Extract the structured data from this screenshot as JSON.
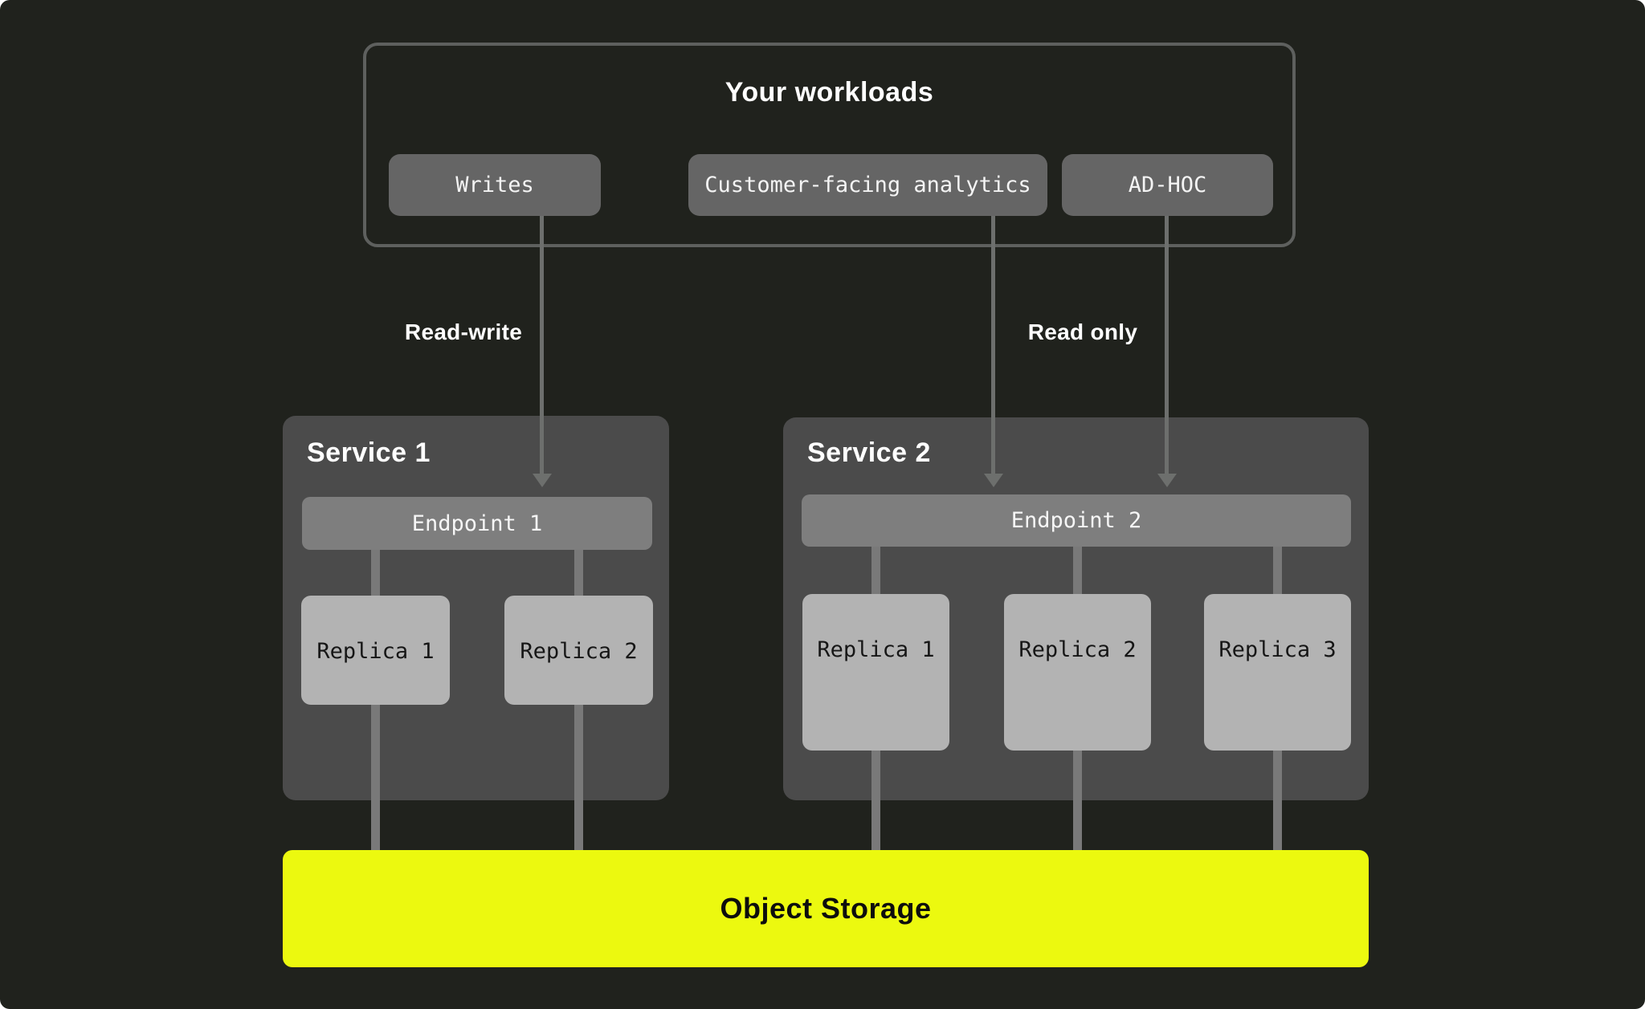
{
  "workloads": {
    "title": "Your workloads",
    "chips": [
      {
        "label": "Writes"
      },
      {
        "label": "Customer-facing analytics"
      },
      {
        "label": "AD-HOC"
      }
    ]
  },
  "edges": {
    "read_write_label": "Read-write",
    "read_only_label": "Read only"
  },
  "services": [
    {
      "title": "Service 1",
      "endpoint": "Endpoint 1",
      "replicas": [
        "Replica 1",
        "Replica 2"
      ]
    },
    {
      "title": "Service 2",
      "endpoint": "Endpoint 2",
      "replicas": [
        "Replica 1",
        "Replica 2",
        "Replica 3"
      ]
    }
  ],
  "storage": {
    "label": "Object Storage"
  },
  "colors": {
    "canvas_background": "#20221d",
    "panel_border_gray": "#5e605e",
    "chip_gray": "#656565",
    "service_gray": "#4b4b4b",
    "endpoint_gray": "#7e7e7e",
    "replica_gray": "#b3b3b3",
    "connector_gray": "#797979",
    "arrow_gray": "#6d6f6d",
    "storage_accent_yellow": "#ecf90f",
    "text_white": "#ffffff",
    "text_dark": "#161616"
  }
}
